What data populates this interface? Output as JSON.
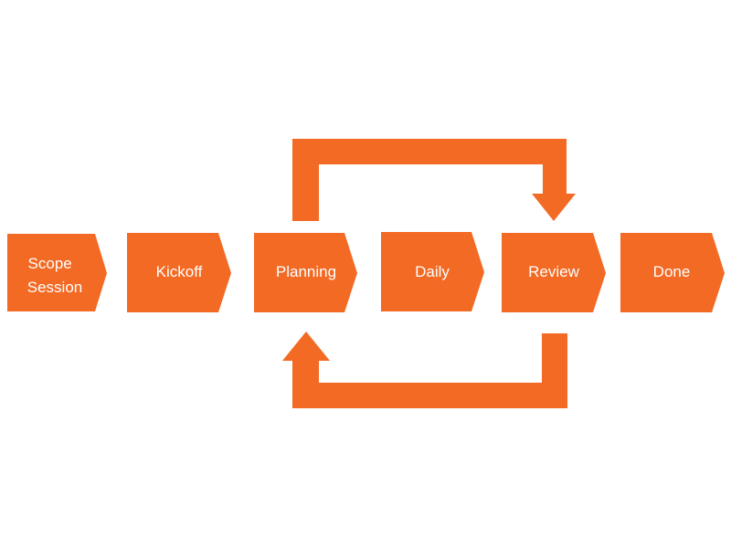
{
  "diagram": {
    "fill_color": "#f26a24",
    "steps": [
      {
        "lines": [
          "Scope",
          "Session"
        ]
      },
      {
        "lines": [
          "Kickoff"
        ]
      },
      {
        "lines": [
          "Planning"
        ]
      },
      {
        "lines": [
          "Daily"
        ]
      },
      {
        "lines": [
          "Review"
        ]
      },
      {
        "lines": [
          "Done"
        ]
      }
    ],
    "loop_arrows": [
      {
        "from_step": 2,
        "to_step": 4
      },
      {
        "from_step": 4,
        "to_step": 2
      }
    ]
  }
}
